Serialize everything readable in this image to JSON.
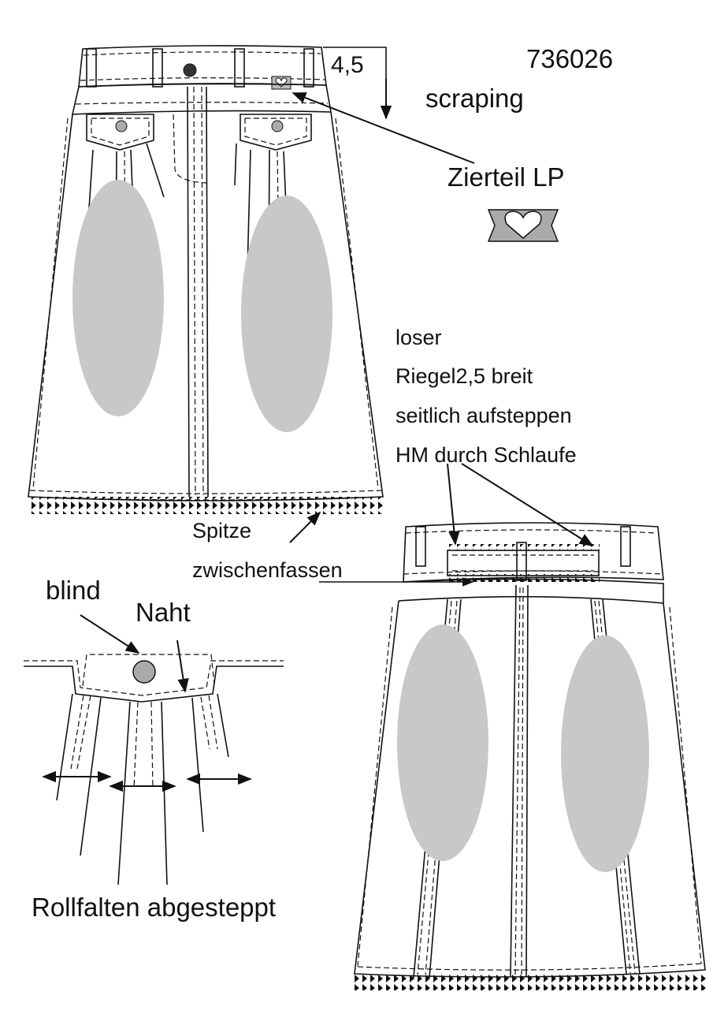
{
  "style_number": "736026",
  "labels": {
    "measure": "4,5",
    "scraping": "scraping",
    "ornament": "Zierteil LP",
    "belt_note_1": "loser",
    "belt_note_2": "Riegel2,5 breit",
    "belt_note_3": "seitlich aufsteppen",
    "belt_note_4": "HM durch Schlaufe",
    "lace_1": "Spitze",
    "lace_2": "zwischenfassen",
    "blind": "blind",
    "seam": "Naht",
    "pleats": "Rollfalten abgesteppt"
  },
  "colors": {
    "line": "#111111",
    "shade": "#c8c8c8",
    "background": "#ffffff"
  },
  "icons": [
    "heart-icon",
    "button-icon",
    "arrow-icon",
    "double-arrow-icon"
  ]
}
